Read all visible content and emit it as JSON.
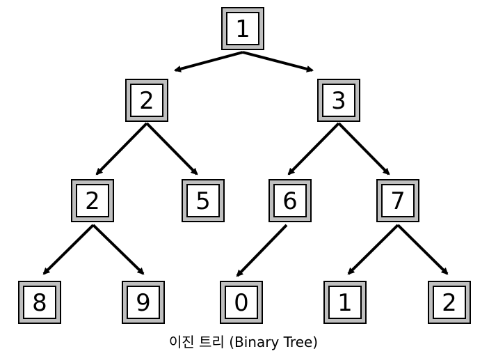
{
  "caption": "이진 트리 (Binary Tree)",
  "colors": {
    "stroke": "#000000",
    "frame_fill": "#bfbfbf",
    "background": "#ffffff"
  },
  "tree": {
    "root": {
      "value": "1"
    },
    "level2": [
      {
        "value": "2"
      },
      {
        "value": "3"
      }
    ],
    "level3": [
      {
        "value": "2"
      },
      {
        "value": "5"
      },
      {
        "value": "6"
      },
      {
        "value": "7"
      }
    ],
    "level4": [
      {
        "value": "8"
      },
      {
        "value": "9"
      },
      {
        "value": "0"
      },
      {
        "value": "1"
      },
      {
        "value": "2"
      }
    ]
  }
}
